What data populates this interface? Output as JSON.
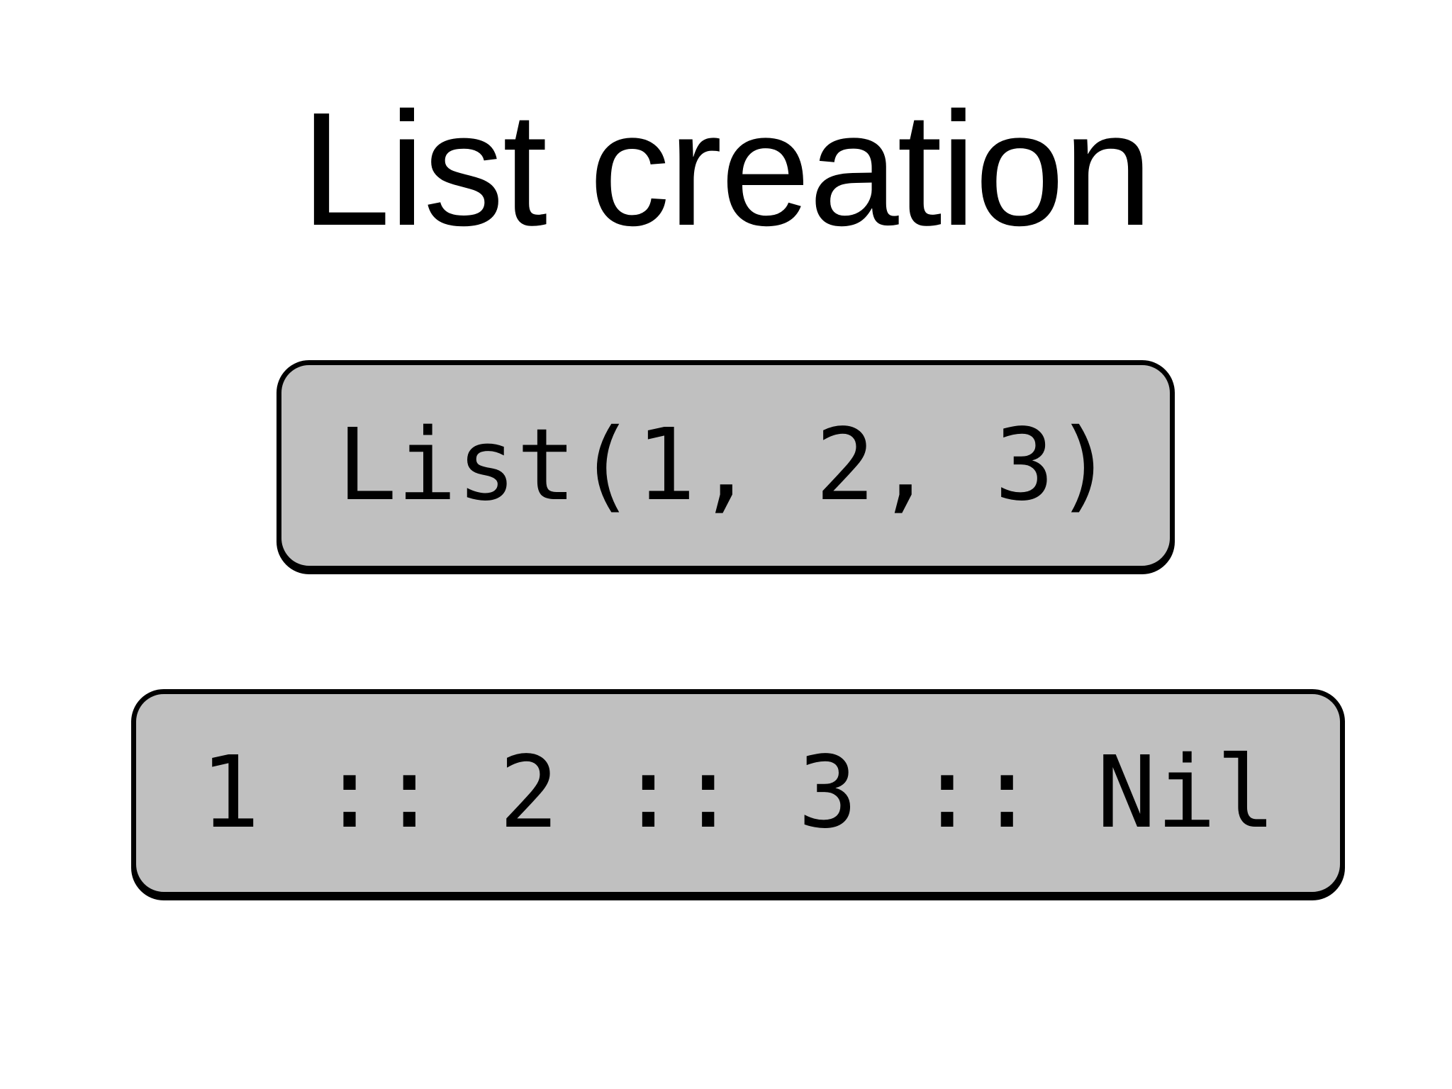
{
  "slide": {
    "title": "List creation",
    "boxes": [
      {
        "name": "list-constructor",
        "code": "List(1, 2, 3)"
      },
      {
        "name": "cons-operator",
        "code": "1 :: 2 :: 3 :: Nil"
      }
    ],
    "colors": {
      "background": "#ffffff",
      "box_fill": "#c0c0c0",
      "box_border": "#000000",
      "text": "#000000"
    }
  }
}
